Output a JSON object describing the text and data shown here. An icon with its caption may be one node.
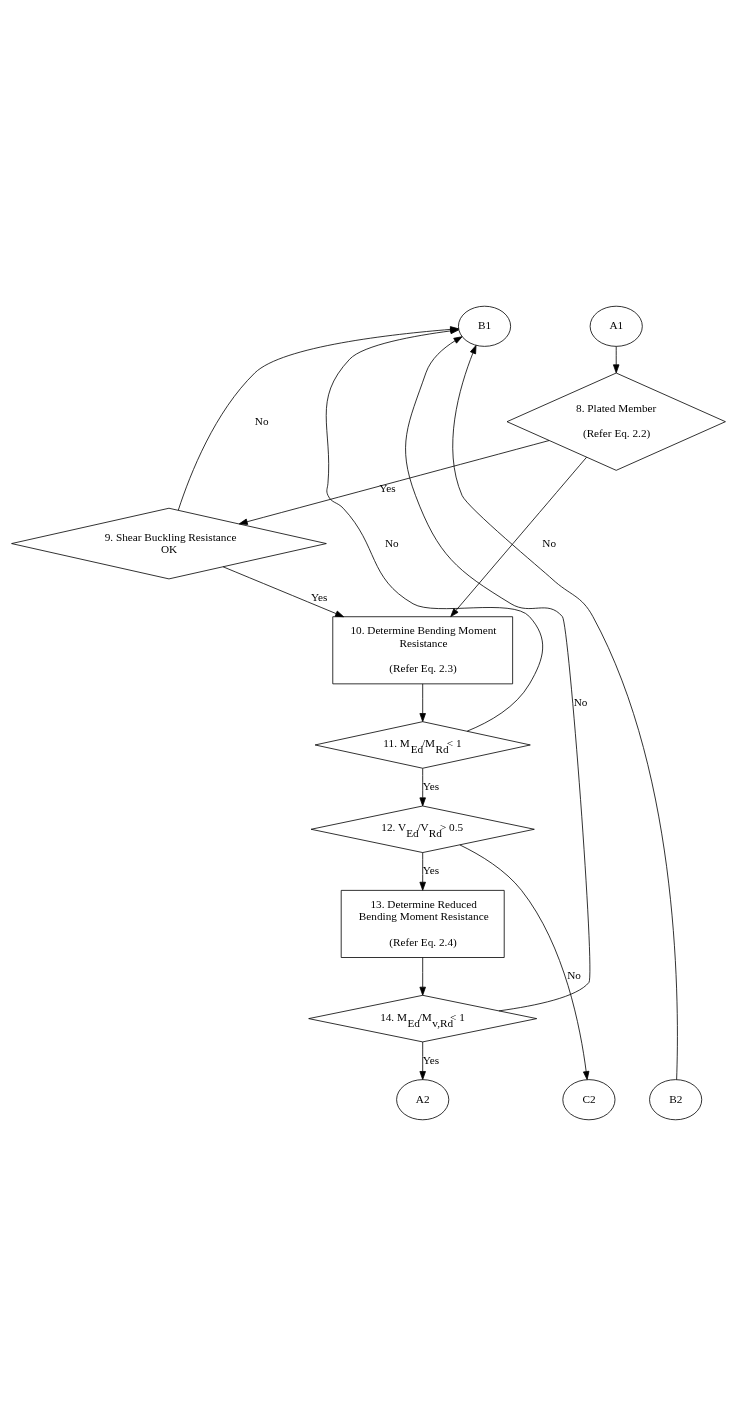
{
  "diagram": {
    "nodes": [
      {
        "text": [
          "B1"
        ]
      },
      {
        "text": [
          "A1"
        ]
      },
      {
        "text": [
          "8. Plated Member",
          "(Refer Eq. 2.2)"
        ]
      },
      {
        "text": [
          "9. Shear Buckling Resistance OK"
        ]
      },
      {
        "text": [
          "10. Determine Bending Moment Resistance",
          "(Refer Eq. 2.3)"
        ]
      },
      {
        "text": [
          "11. M$_{Ed}$/M$_{Rd}$< 1"
        ]
      },
      {
        "text": [
          "12. V$_{Ed}$/V$_{Rd}$> 0.5"
        ]
      },
      {
        "text": [
          "13. Determine Reduced Bending Moment Resistance",
          "(Refer Eq. 2.4)"
        ]
      },
      {
        "text": [
          "14. M$_{Ed}$/M$_{v,Rd}$< 1"
        ]
      },
      {
        "text": [
          "B2"
        ]
      },
      {
        "text": [
          "A2"
        ]
      },
      {
        "text": [
          "C2"
        ]
      }
    ],
    "edges": [
      {
        "from": 1,
        "to": 2,
        "arrow": "to"
      },
      {
        "from": 2,
        "to": 3,
        "arrow": "to",
        "label": "Yes"
      },
      {
        "from": 2,
        "to": 4,
        "arrow": "to",
        "label": "No"
      },
      {
        "from": 3,
        "to": 4,
        "arrow": "to",
        "label": "Yes"
      },
      {
        "from": 3,
        "to": 0,
        "arrow": "to",
        "label": "No"
      },
      {
        "from": 4,
        "to": 5,
        "arrow": "to"
      },
      {
        "from": 5,
        "to": 0,
        "arrow": "to",
        "label": "No"
      },
      {
        "from": 5,
        "to": 6,
        "arrow": "to",
        "label": "Yes"
      },
      {
        "from": 6,
        "to": 11,
        "arrow": "to",
        "label": "No"
      },
      {
        "from": 6,
        "to": 7,
        "arrow": "to",
        "label": "Yes"
      },
      {
        "from": 7,
        "to": 8,
        "arrow": "to"
      },
      {
        "from": 8,
        "to": 0,
        "arrow": "to",
        "label": "No"
      },
      {
        "from": 8,
        "to": 10,
        "arrow": "to",
        "label": "Yes"
      },
      {
        "from": 9,
        "to": 0,
        "arrow": "to"
      }
    ]
  }
}
